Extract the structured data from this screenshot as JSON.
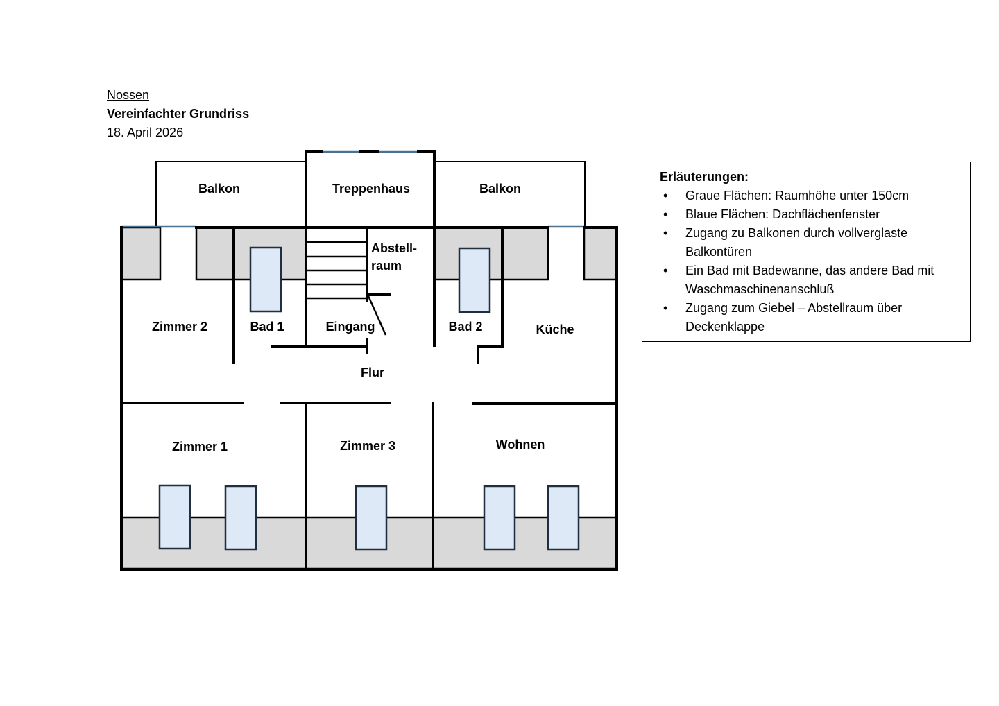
{
  "header": {
    "location": "Nossen",
    "title": "Vereinfachter Grundriss",
    "date": "18. April 2026"
  },
  "rooms": {
    "balkon_left": "Balkon",
    "treppenhaus": "Treppenhaus",
    "balkon_right": "Balkon",
    "abstellraum_line1": "Abstell-",
    "abstellraum_line2": "raum",
    "zimmer2": "Zimmer 2",
    "bad1": "Bad 1",
    "eingang": "Eingang",
    "bad2": "Bad 2",
    "kueche": "Küche",
    "flur": "Flur",
    "zimmer1": "Zimmer 1",
    "zimmer3": "Zimmer 3",
    "wohnen": "Wohnen"
  },
  "colors": {
    "wall": "#000000",
    "grey_area": "#d9d9d9",
    "skylight_fill": "#dde9f6",
    "skylight_stroke": "#1f2f3f",
    "glazing": "#4a7290"
  },
  "legend": {
    "title": "Erläuterungen:",
    "bullet": "•",
    "items": [
      "Graue Flächen: Raumhöhe unter 150cm",
      "Blaue Flächen: Dachflächenfenster",
      "Zugang zu Balkonen durch vollverglaste Balkontüren",
      "Ein Bad mit Badewanne, das andere Bad mit Waschmaschinenanschluß",
      "Zugang zum Giebel – Abstellraum über Deckenklappe"
    ]
  }
}
